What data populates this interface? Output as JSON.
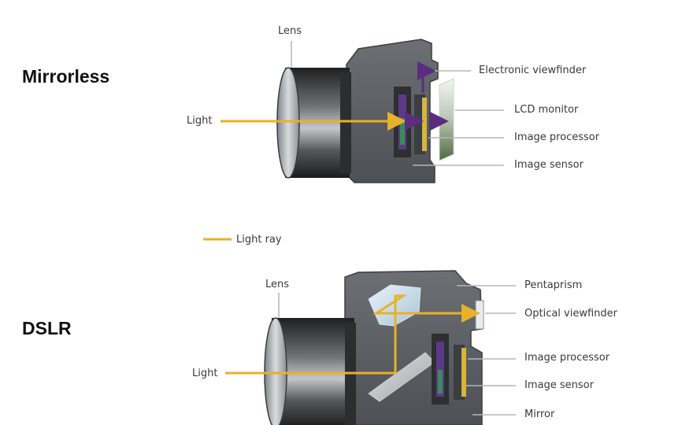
{
  "mirrorless": {
    "title": "Mirrorless",
    "labels": {
      "lens": "Lens",
      "light": "Light",
      "evf": "Electronic viewfinder",
      "lcd": "LCD monitor",
      "processor": "Image processor",
      "sensor": "Image sensor"
    }
  },
  "legend": {
    "light_ray": "Light ray"
  },
  "dslr": {
    "title": "DSLR",
    "labels": {
      "lens": "Lens",
      "light": "Light",
      "pentaprism": "Pentaprism",
      "ovf": "Optical viewfinder",
      "processor": "Image processor",
      "sensor": "Image sensor",
      "mirror": "Mirror"
    }
  },
  "colors": {
    "light_ray": "#e7b12a",
    "signal": "#5a2d82",
    "leader": "#b5b5b5",
    "body": "#5b5e62",
    "body_dark": "#3c3f42"
  }
}
